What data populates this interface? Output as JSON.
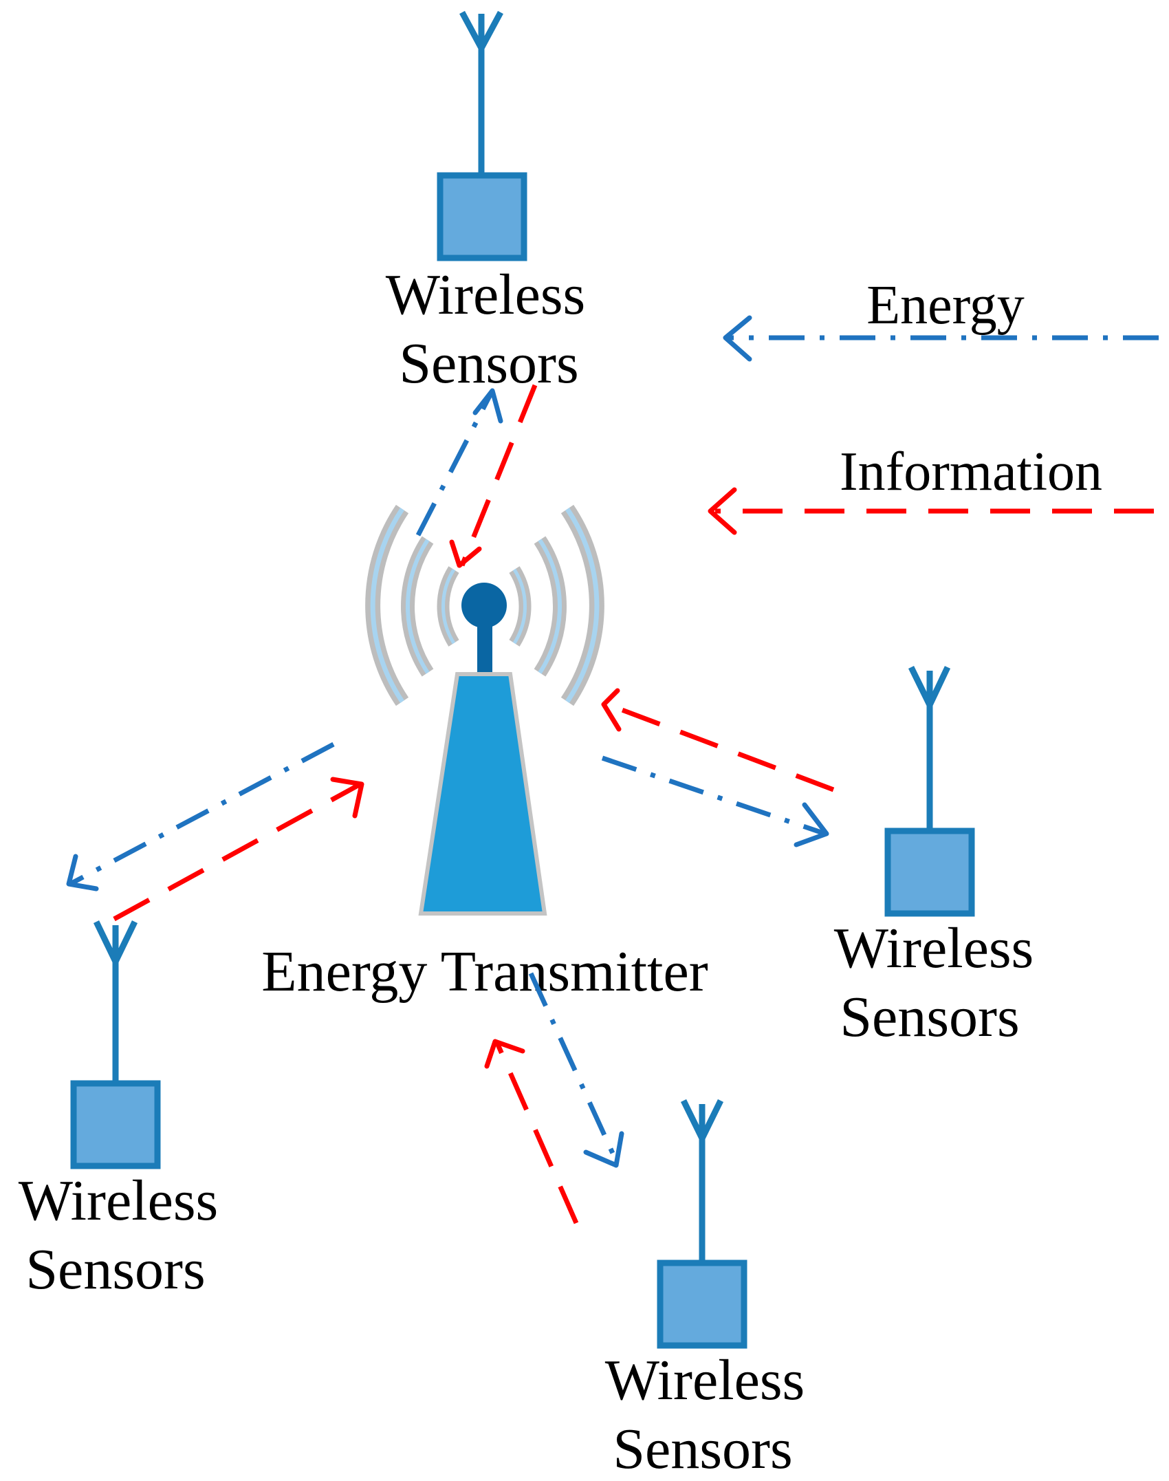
{
  "colors": {
    "energy": "#1f73c0",
    "information": "#ff0000",
    "node_fill": "#64aadd",
    "node_stroke": "#1b7cb8",
    "tower_fill": "#1e9cd8",
    "tower_outline": "#c4c4c4",
    "tower_head": "#0a66a3",
    "wave_outer": "#bdbdbd",
    "wave_inner": "#a8d4f0"
  },
  "legend": {
    "energy_label": "Energy",
    "information_label": "Information"
  },
  "transmitter": {
    "label": "Energy Transmitter"
  },
  "sensors": [
    {
      "line1": "Wireless",
      "line2": "Sensors"
    },
    {
      "line1": "Wireless",
      "line2": "Sensors"
    },
    {
      "line1": "Wireless",
      "line2": "Sensors"
    },
    {
      "line1": "Wireless",
      "line2": "Sensors"
    }
  ],
  "icons": {
    "transmitter": "radio-tower-icon",
    "sensor": "antenna-node-icon"
  }
}
